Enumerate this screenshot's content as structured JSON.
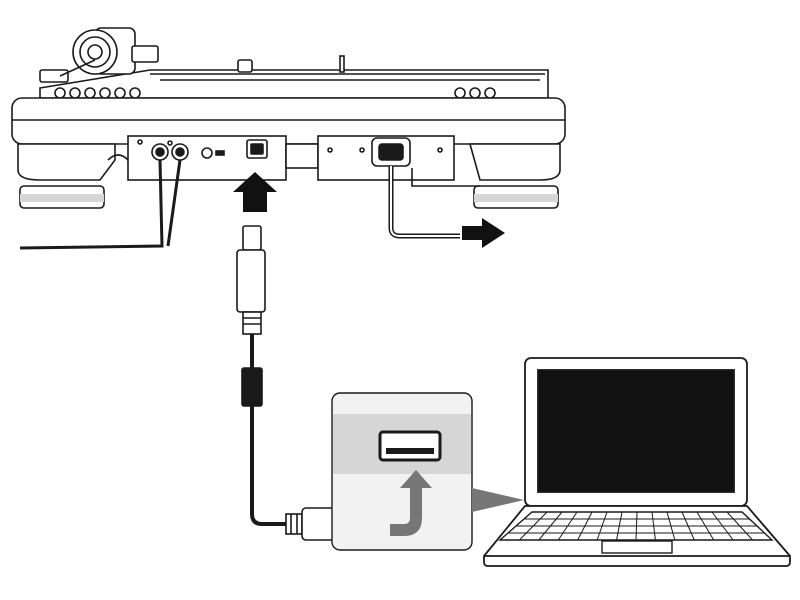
{
  "diagram": {
    "kind": "connection-illustration",
    "components": [
      {
        "id": "turntable",
        "icon": "turntable-rear-icon"
      },
      {
        "id": "usb-b-port",
        "icon": "usb-b-port-icon"
      },
      {
        "id": "rca-outputs",
        "icon": "rca-jack-icon"
      },
      {
        "id": "ac-inlet",
        "icon": "power-inlet-icon"
      },
      {
        "id": "usb-cable",
        "icon": "usb-cable-icon"
      },
      {
        "id": "computer-usb-port",
        "icon": "usb-a-port-icon"
      },
      {
        "id": "laptop",
        "icon": "laptop-icon"
      }
    ],
    "connections": [
      {
        "from": "usb-cable",
        "to": "usb-b-port"
      },
      {
        "from": "usb-cable",
        "to": "computer-usb-port"
      },
      {
        "from": "computer-usb-port",
        "to": "laptop"
      },
      {
        "from": "ac-inlet",
        "to": "power-outlet"
      }
    ]
  },
  "colors": {
    "line": "#1a1a1a",
    "panel_fill": "#f2f2f2",
    "shade": "#d6d6d6",
    "arrow_dark": "#111111",
    "arrow_gray": "#777777",
    "screen": "#111111"
  }
}
